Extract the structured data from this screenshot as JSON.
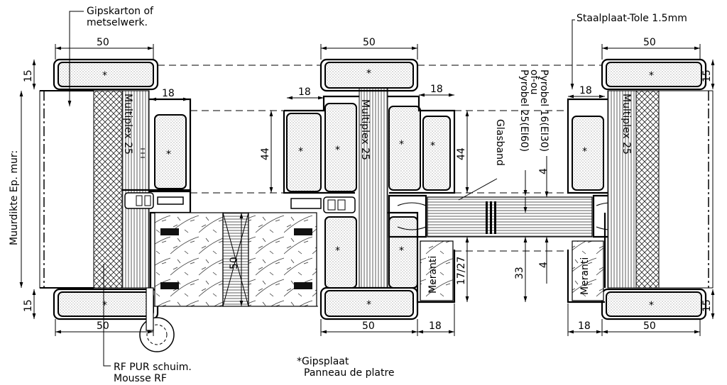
{
  "labels": {
    "gipskarton": "Gipskarton of",
    "metselwerk": "metselwerk.",
    "staalplaat": "Staalplaat-Tole 1.5mm",
    "muurdikte": "Muurdikte Ep. mur:",
    "multiplex_left": "Multiplex 25",
    "multiplex_center": "Multiplex 25",
    "multiplex_right": "Multiplex 25",
    "pyrobel_1": "Pyrobel 16(EI30)",
    "pyrobel_2": "of-ou",
    "pyrobel_3": "Pyrobel 25(EI60)",
    "glasband": "Glasband",
    "meranti_center": "Meranti",
    "meranti_right": "Meranti",
    "rf_pur_1": "RF PUR schuim.",
    "rf_pur_2": "Mousse RF",
    "gipsplaat_1": "*Gipsplaat",
    "gipsplaat_2": "Panneau de platre"
  },
  "dimensions": {
    "top_left_50": "50",
    "top_center_50": "50",
    "top_right_50": "50",
    "left_15_top": "15",
    "left_15_bottom": "15",
    "right_15_top": "15",
    "right_15_bottom": "15",
    "d18_left": "18",
    "d18_center_left": "18",
    "d18_center_right": "18",
    "d18_right": "18",
    "d44_left": "44",
    "d44_right": "44",
    "d50_door": "50",
    "d4_top": "4",
    "d4_bottom": "4",
    "d17_27": "17/27",
    "d33": "33",
    "bottom_left_50": "50",
    "bottom_center_50": "50",
    "bottom_center_18": "18",
    "bottom_right_18": "18",
    "bottom_right_50": "50"
  },
  "markers": {
    "gips": "*"
  }
}
